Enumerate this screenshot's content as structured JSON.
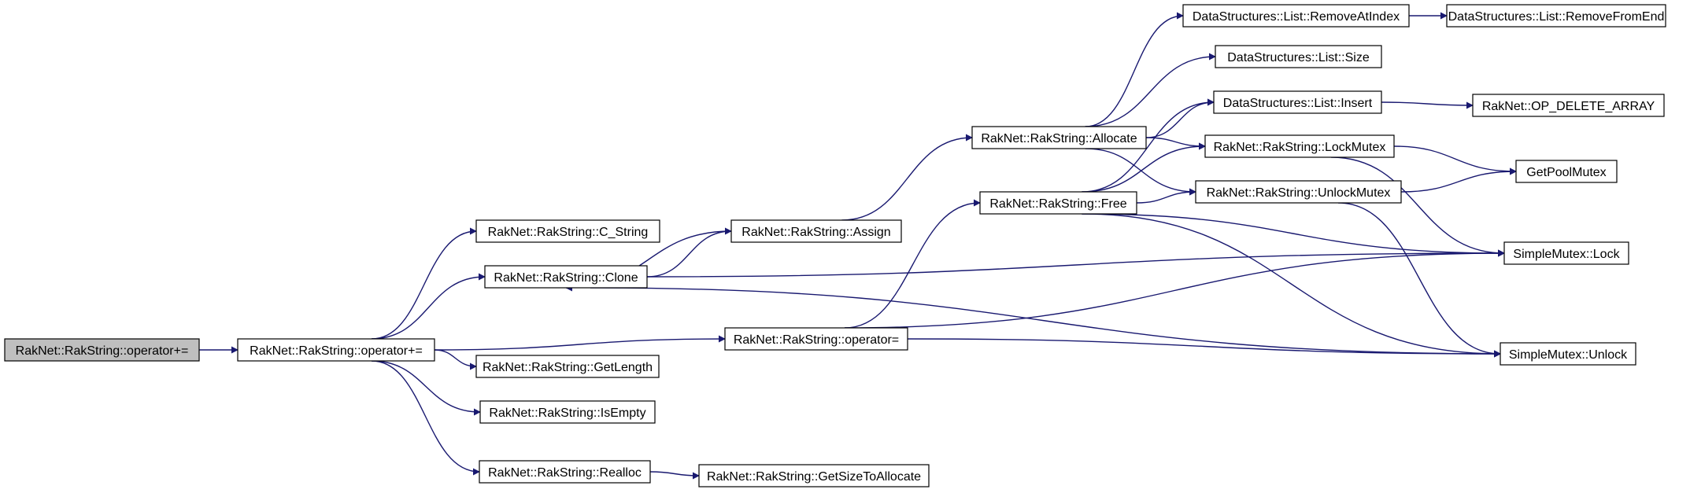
{
  "diagram": {
    "colors": {
      "edge": "#191970",
      "node_fill": "#ffffff",
      "root_fill": "#bfbfbf",
      "border": "#000000"
    },
    "nodes": [
      {
        "id": "root",
        "label": "RakNet::RakString::operator+=",
        "highlighted": true
      },
      {
        "id": "opeq_main",
        "label": "RakNet::RakString::operator+="
      },
      {
        "id": "c_string",
        "label": "RakNet::RakString::C_String"
      },
      {
        "id": "clone",
        "label": "RakNet::RakString::Clone"
      },
      {
        "id": "getlength",
        "label": "RakNet::RakString::GetLength"
      },
      {
        "id": "isempty",
        "label": "RakNet::RakString::IsEmpty"
      },
      {
        "id": "realloc",
        "label": "RakNet::RakString::Realloc"
      },
      {
        "id": "assign",
        "label": "RakNet::RakString::Assign"
      },
      {
        "id": "operator_eq",
        "label": "RakNet::RakString::operator="
      },
      {
        "id": "getsizetoallocate",
        "label": "RakNet::RakString::GetSizeToAllocate"
      },
      {
        "id": "allocate",
        "label": "RakNet::RakString::Allocate"
      },
      {
        "id": "free",
        "label": "RakNet::RakString::Free"
      },
      {
        "id": "removeatindex",
        "label": "DataStructures::List::RemoveAtIndex"
      },
      {
        "id": "size",
        "label": "DataStructures::List::Size"
      },
      {
        "id": "insert",
        "label": "DataStructures::List::Insert"
      },
      {
        "id": "lockmutex",
        "label": "RakNet::RakString::LockMutex"
      },
      {
        "id": "unlockmutex",
        "label": "RakNet::RakString::UnlockMutex"
      },
      {
        "id": "removefromend",
        "label": "DataStructures::List::RemoveFromEnd"
      },
      {
        "id": "op_delete_array",
        "label": "RakNet::OP_DELETE_ARRAY"
      },
      {
        "id": "getpoolmutex",
        "label": "GetPoolMutex"
      },
      {
        "id": "lock",
        "label": "SimpleMutex::Lock"
      },
      {
        "id": "unlock",
        "label": "SimpleMutex::Unlock"
      }
    ],
    "edges": [
      [
        "root",
        "opeq_main"
      ],
      [
        "opeq_main",
        "c_string"
      ],
      [
        "opeq_main",
        "clone"
      ],
      [
        "opeq_main",
        "operator_eq"
      ],
      [
        "opeq_main",
        "getlength"
      ],
      [
        "opeq_main",
        "isempty"
      ],
      [
        "opeq_main",
        "realloc"
      ],
      [
        "clone",
        "assign"
      ],
      [
        "assign",
        "clone"
      ],
      [
        "assign",
        "allocate"
      ],
      [
        "clone",
        "lock"
      ],
      [
        "clone",
        "unlock"
      ],
      [
        "realloc",
        "getsizetoallocate"
      ],
      [
        "operator_eq",
        "free"
      ],
      [
        "operator_eq",
        "lock"
      ],
      [
        "operator_eq",
        "unlock"
      ],
      [
        "allocate",
        "removeatindex"
      ],
      [
        "allocate",
        "size"
      ],
      [
        "allocate",
        "insert"
      ],
      [
        "allocate",
        "lockmutex"
      ],
      [
        "allocate",
        "unlockmutex"
      ],
      [
        "free",
        "insert"
      ],
      [
        "free",
        "lockmutex"
      ],
      [
        "free",
        "unlockmutex"
      ],
      [
        "free",
        "lock"
      ],
      [
        "free",
        "unlock"
      ],
      [
        "removeatindex",
        "removefromend"
      ],
      [
        "insert",
        "op_delete_array"
      ],
      [
        "lockmutex",
        "getpoolmutex"
      ],
      [
        "lockmutex",
        "lock"
      ],
      [
        "unlockmutex",
        "getpoolmutex"
      ],
      [
        "unlockmutex",
        "unlock"
      ]
    ]
  }
}
